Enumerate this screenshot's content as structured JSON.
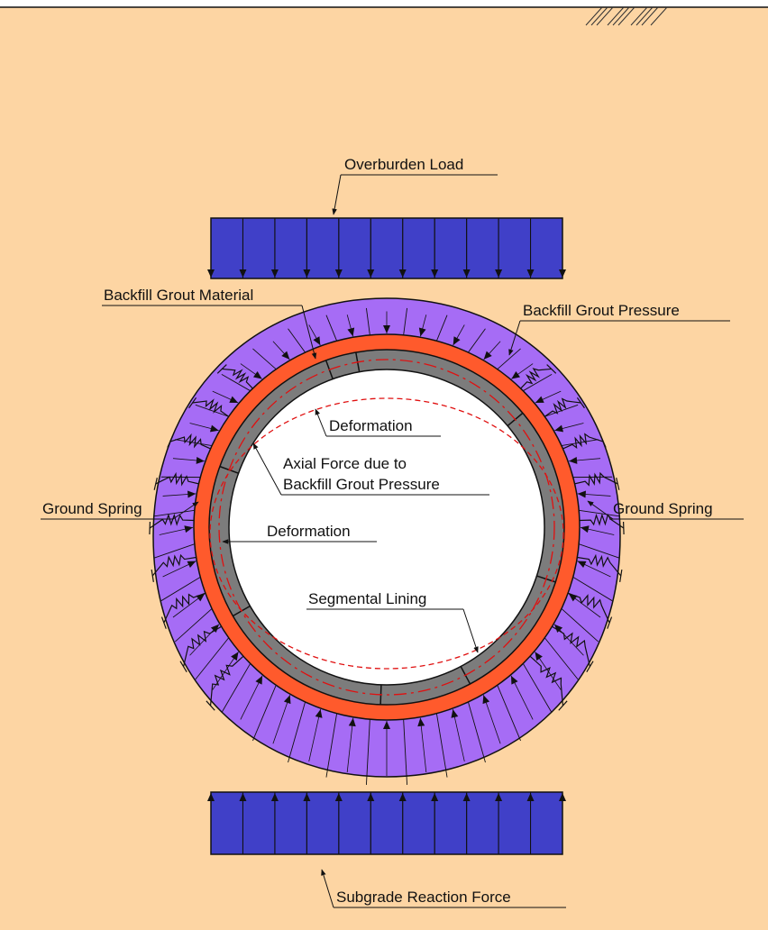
{
  "labels": {
    "overburden_load": "Overburden Load",
    "backfill_grout_material": "Backfill Grout Material",
    "backfill_grout_pressure": "Backfill Grout Pressure",
    "deformation_top": "Deformation",
    "axial_force_line1": "Axial Force due to",
    "axial_force_line2": "Backfill Grout Pressure",
    "ground_spring_left": "Ground Spring",
    "ground_spring_right": "Ground Spring",
    "deformation_left": "Deformation",
    "segmental_lining": "Segmental Lining",
    "subgrade_reaction_force": "Subgrade Reaction Force"
  },
  "colors": {
    "soil": "#fdd5a3",
    "load_block": "#4040c8",
    "grout_pressure_zone": "#a66cf5",
    "grout_material": "#ff5a2c",
    "lining": "#7c7c7c",
    "deformation_line": "#e01010",
    "outline": "#111111"
  },
  "icons": {
    "ground_hatch": "soil-hatch-icon"
  }
}
